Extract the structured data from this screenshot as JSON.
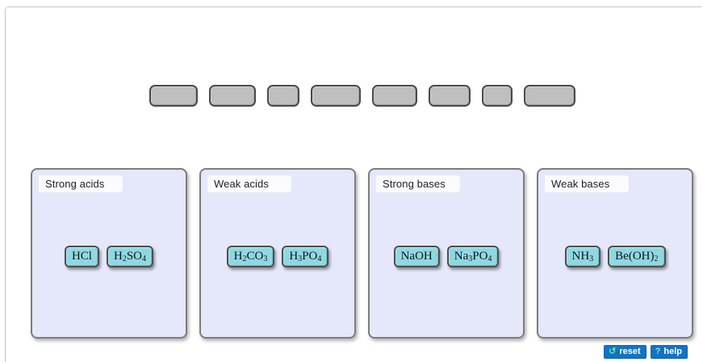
{
  "app": {
    "title": "Acid and Base Classification Drag-and-Drop Activity",
    "background_color": "#ffffff",
    "frame_border_color": "#c6c6c6"
  },
  "slot_tray": {
    "name": "empty-answer-slots",
    "description": "Row of empty gray drop slots where chips are dragged to",
    "slot_fill_color": "#bfbfbf",
    "slot_border_color": "#4a4a4a",
    "slots": [
      {
        "id": "slot-1",
        "width": 60,
        "content": ""
      },
      {
        "id": "slot-2",
        "width": 58,
        "content": ""
      },
      {
        "id": "slot-3",
        "width": 40,
        "content": ""
      },
      {
        "id": "slot-4",
        "width": 62,
        "content": ""
      },
      {
        "id": "slot-5",
        "width": 56,
        "content": ""
      },
      {
        "id": "slot-6",
        "width": 52,
        "content": ""
      },
      {
        "id": "slot-7",
        "width": 38,
        "content": ""
      },
      {
        "id": "slot-8",
        "width": 64,
        "content": ""
      }
    ]
  },
  "panels": {
    "background_color": "#e4e8fa",
    "border_color": "#7d7d7d",
    "tab_background_color": "#fbfbfd",
    "chip_color": "#8fd8e2",
    "list": [
      {
        "id": "strong-acids",
        "label": "Strong acids",
        "items": [
          {
            "id": "hcl",
            "formula": "HCl",
            "html": "HCl"
          },
          {
            "id": "h2so4",
            "formula": "H2SO4",
            "html": "H<sub>2</sub>SO<sub>4</sub>"
          }
        ]
      },
      {
        "id": "weak-acids",
        "label": "Weak acids",
        "items": [
          {
            "id": "h2co3",
            "formula": "H2CO3",
            "html": "H<sub>2</sub>CO<sub>3</sub>"
          },
          {
            "id": "h3po4",
            "formula": "H3PO4",
            "html": "H<sub>3</sub>PO<sub>4</sub>"
          }
        ]
      },
      {
        "id": "strong-bases",
        "label": "Strong bases",
        "items": [
          {
            "id": "naoh",
            "formula": "NaOH",
            "html": "NaOH"
          },
          {
            "id": "na3po4",
            "formula": "Na3PO4",
            "html": "Na<sub>3</sub>PO<sub>4</sub>"
          }
        ]
      },
      {
        "id": "weak-bases",
        "label": "Weak bases",
        "items": [
          {
            "id": "nh3",
            "formula": "NH3",
            "html": "NH<sub>3</sub>"
          },
          {
            "id": "beoh2",
            "formula": "Be(OH)2",
            "html": "Be(OH)<sub>2</sub>"
          }
        ]
      }
    ]
  },
  "action_bar": {
    "background_color": "#1273c4",
    "buttons": [
      {
        "id": "reset",
        "label": "reset",
        "icon": "reset-circular-arrow-icon",
        "glyph": "↺",
        "icon_color": "#67e8a0"
      },
      {
        "id": "help",
        "label": "help",
        "icon": "question-mark-icon",
        "glyph": "?",
        "icon_color": "#7de6f5"
      }
    ]
  }
}
